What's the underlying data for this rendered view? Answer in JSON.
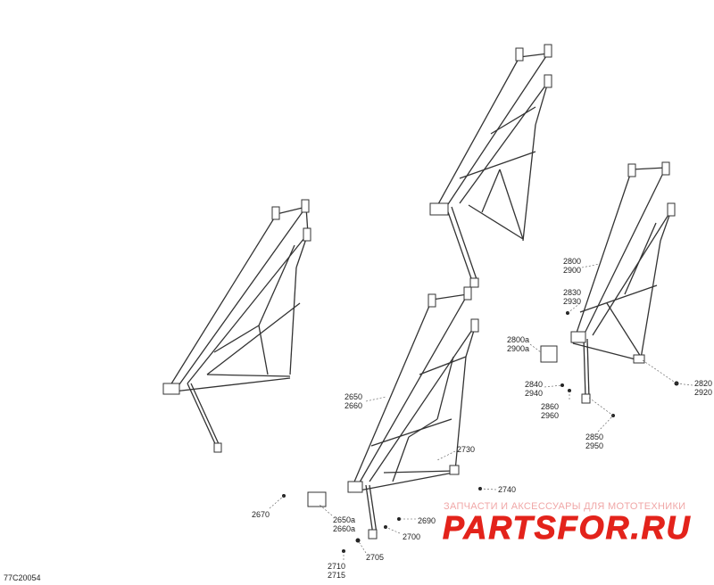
{
  "figure_code": "77C20054",
  "callouts": {
    "c2650": [
      "2650",
      "2660"
    ],
    "c2670": "2670",
    "c2650a": [
      "2650a",
      "2660a"
    ],
    "c2690": "2690",
    "c2700": "2700",
    "c2705": "2705",
    "c2710": [
      "2710",
      "2715"
    ],
    "c2730": "2730",
    "c2740": "2740",
    "c2800": [
      "2800",
      "2900"
    ],
    "c2830": [
      "2830",
      "2930"
    ],
    "c2800a": [
      "2800a",
      "2900a"
    ],
    "c2840": [
      "2840",
      "2940"
    ],
    "c2860": [
      "2860",
      "2960"
    ],
    "c2850": [
      "2850",
      "2950"
    ],
    "c2820": [
      "2820",
      "2920"
    ]
  },
  "watermark": {
    "tagline": "ЗАПЧАСТИ И АКСЕССУАРЫ ДЛЯ МОТОТЕХНИКИ",
    "logo_text": "PARTSFOR.RU",
    "color": "#e3231b"
  }
}
